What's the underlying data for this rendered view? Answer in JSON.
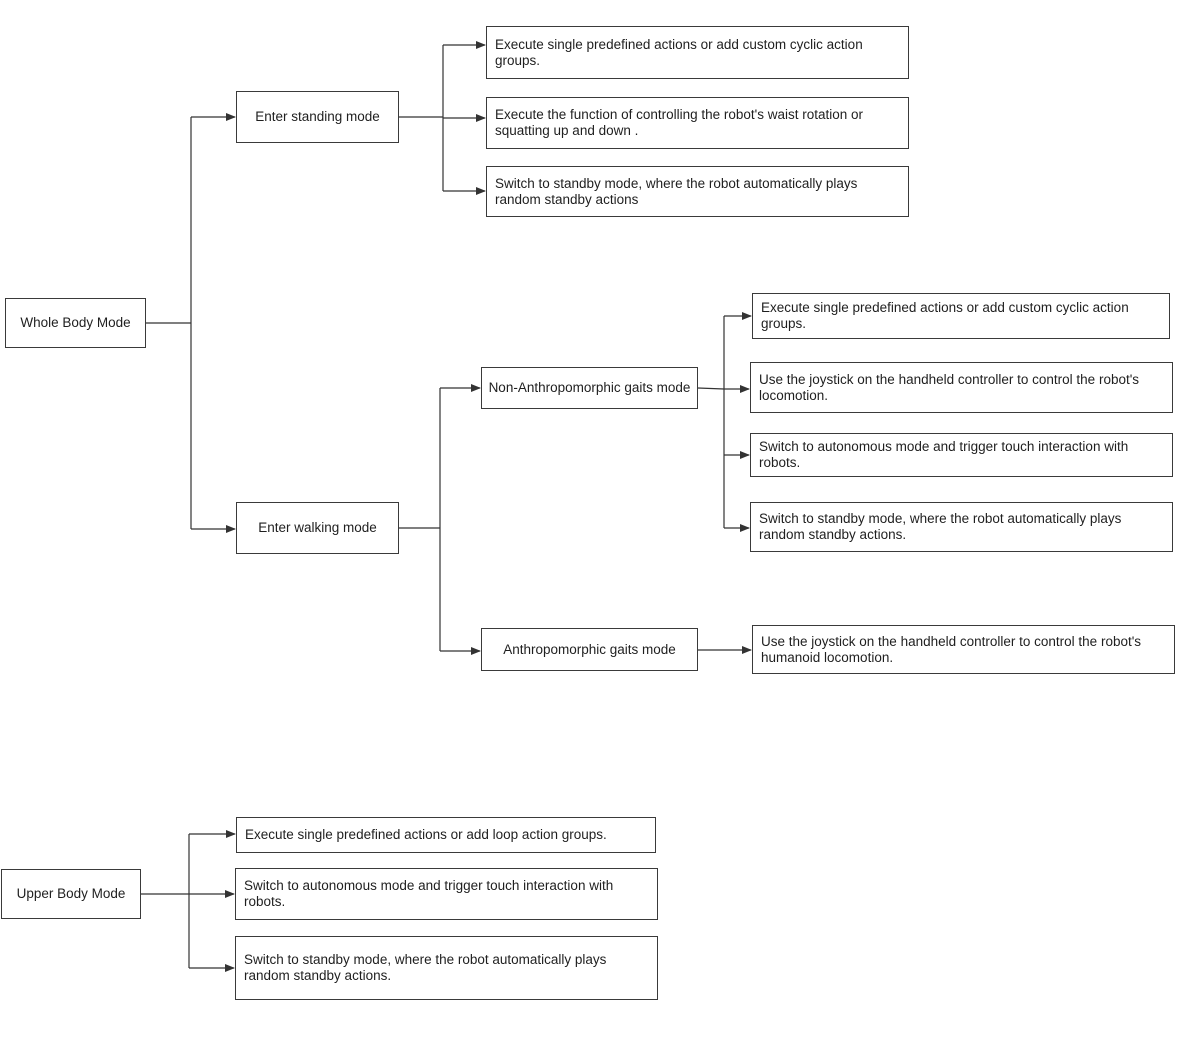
{
  "diagram": {
    "whole_body": {
      "root": "Whole Body Mode",
      "standing": {
        "label": "Enter standing mode",
        "actions": [
          "Execute single predefined actions or add custom cyclic action groups.",
          "Execute the function of controlling the robot's waist rotation or squatting up and down .",
          "Switch to standby mode, where the robot automatically plays random standby actions"
        ]
      },
      "walking": {
        "label": "Enter walking mode",
        "non_anthropomorphic": {
          "label": "Non-Anthropomorphic gaits mode",
          "actions": [
            "Execute single predefined actions or add custom cyclic action groups.",
            "Use the joystick on the handheld controller to control the robot's locomotion.",
            "Switch to autonomous mode and trigger touch interaction with robots.",
            "Switch to standby mode, where the robot automatically plays random standby actions."
          ]
        },
        "anthropomorphic": {
          "label": "Anthropomorphic gaits mode",
          "actions": [
            "Use the joystick on the handheld controller to control the robot's humanoid locomotion."
          ]
        }
      }
    },
    "upper_body": {
      "root": "Upper Body Mode",
      "actions": [
        "Execute single predefined actions or add loop action groups.",
        "Switch to autonomous mode and trigger touch interaction with robots.",
        "Switch to standby mode, where the robot automatically plays random standby actions."
      ]
    }
  }
}
